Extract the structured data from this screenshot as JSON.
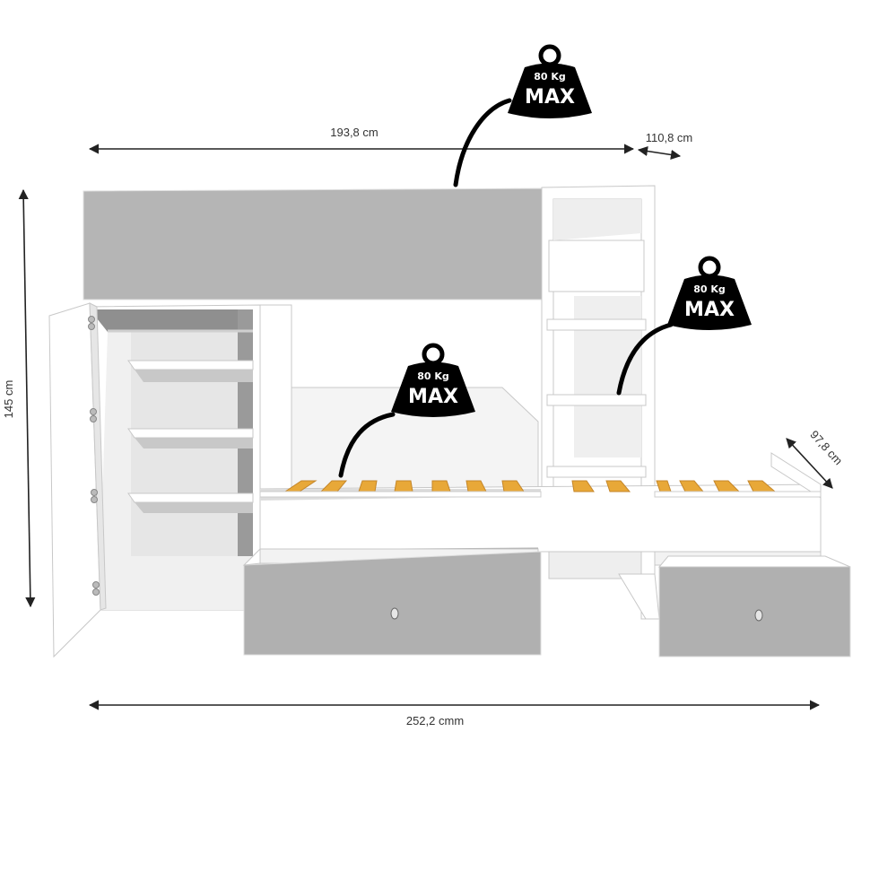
{
  "dimensions": {
    "top_width": "193,8 cm",
    "top_depth": "110,8 cm",
    "height": "145 cm",
    "lower_depth": "97,8 cm",
    "total_width": "252,2 cmm"
  },
  "weight_badges": [
    {
      "capacity": "80 Kg",
      "label": "MAX"
    },
    {
      "capacity": "80 Kg",
      "label": "MAX"
    },
    {
      "capacity": "80 Kg",
      "label": "MAX"
    }
  ],
  "colors": {
    "panel_grey": "#b3b3b3",
    "white_body": "#ffffff",
    "slat_wood": "#e8a838",
    "badge_black": "#000000"
  }
}
